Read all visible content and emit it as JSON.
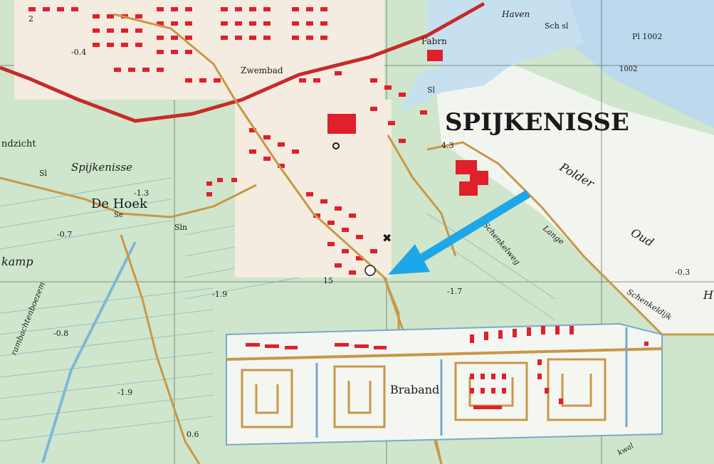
{
  "map": {
    "place_labels": {
      "spijkenisse_town": "SPIJKENISSE",
      "spijkenisse_polder": "Spijkenisse",
      "de_hoek": "De Hoek",
      "braband": "Braband",
      "polder": "Polder",
      "oud": "Oud",
      "zwembad": "Zwembad",
      "haven": "Haven",
      "fabr": "Fabrn",
      "sch_sl": "Sch sl",
      "pl1002": "Pl 1002",
      "n1002": "1002",
      "sl_upper": "Sl",
      "sl_left": "Sl",
      "sln": "Sln",
      "se": "Se",
      "ndzicht": "ndzicht",
      "kamp": "kamp",
      "lange": "Lange",
      "schenkelweg": "Schenkelweg",
      "schenkeldijk": "Schenkeldijk",
      "bambachtenboezem": "rambachtenboezem",
      "h_edge": "H",
      "kwal": "kwal"
    },
    "elevations": {
      "e1": "-0.4",
      "e2": "-1.3",
      "e3": "-0.7",
      "e4": "-1.9",
      "e5": "-0.8",
      "e6": "-1.9",
      "e7": "-1.7",
      "e8": "-0.3",
      "e9": "0.6",
      "e10": "4.3",
      "e11": "15",
      "e12": "2"
    },
    "marker": {
      "color": "#1ea7e8",
      "kind": "arrow"
    },
    "colors": {
      "land": "#cfe6cc",
      "water": "#bcd9ee",
      "built": "#e0202a",
      "road": "#c89848",
      "railway": "#c62a2a",
      "polder_white": "#f4f6f2"
    }
  }
}
